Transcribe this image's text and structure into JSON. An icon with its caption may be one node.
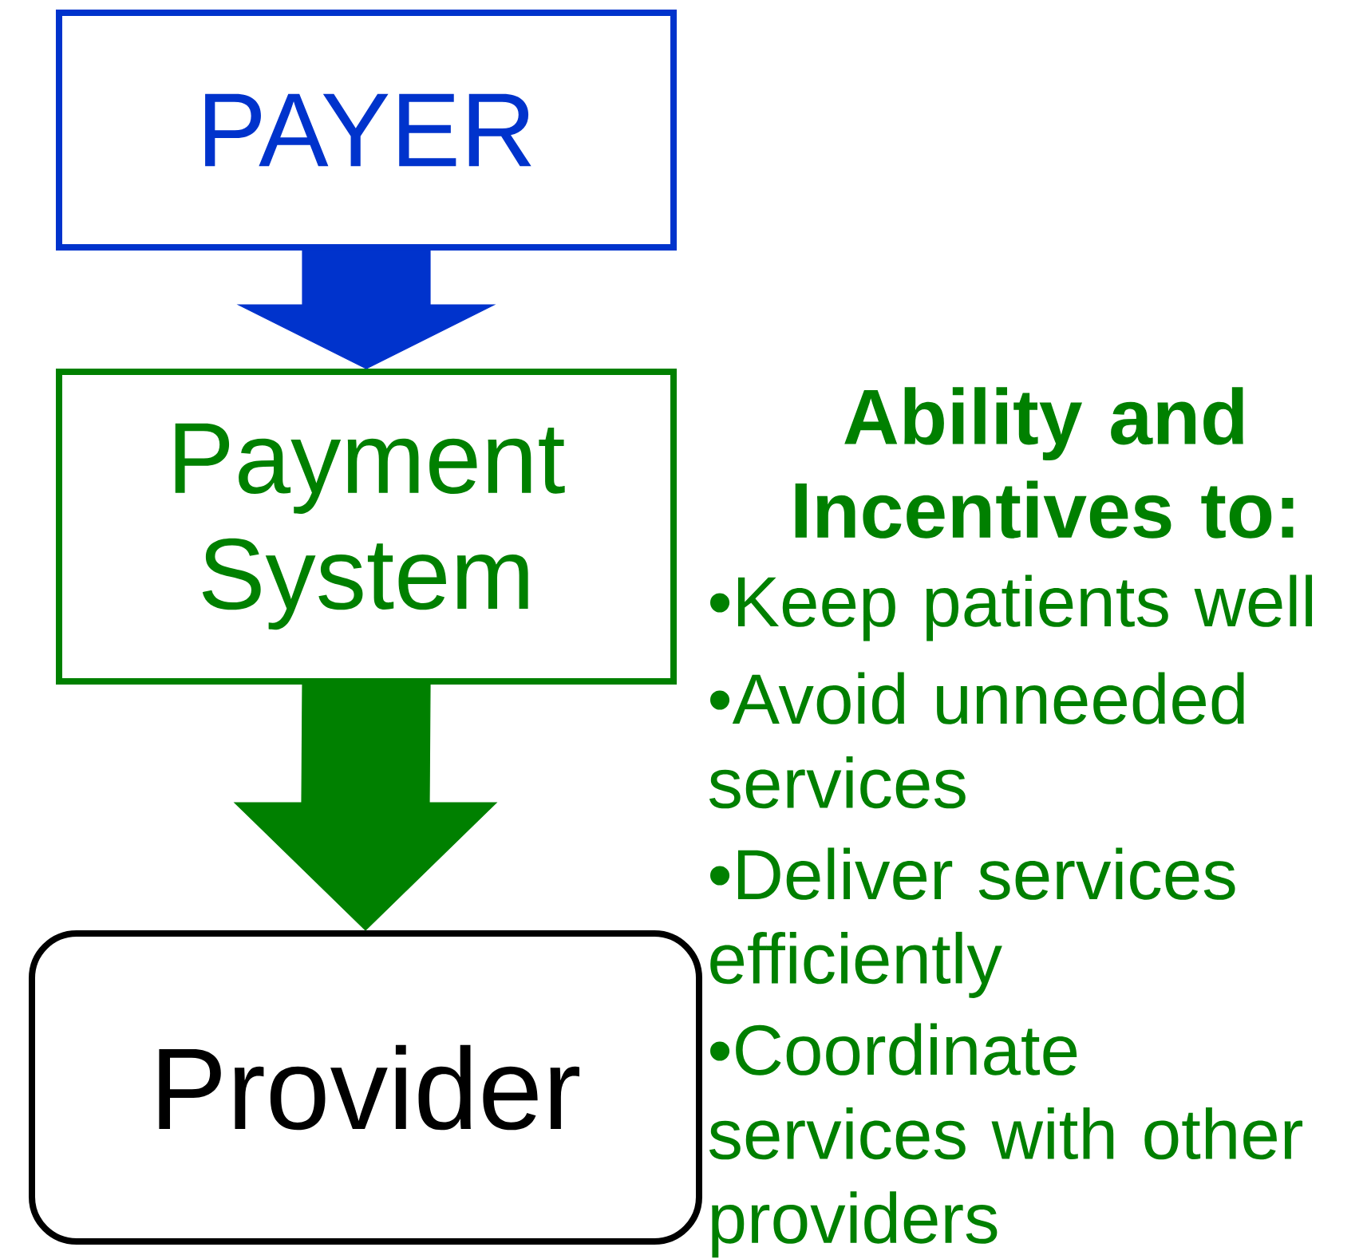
{
  "diagram": {
    "nodes": [
      {
        "text": [
          "PAYER"
        ]
      },
      {
        "text": [
          "Payment System"
        ]
      },
      {
        "text": [
          "Provider"
        ]
      }
    ],
    "edges": [
      {
        "from": 0,
        "to": 1,
        "arrow": "to",
        "color": "#0033cc"
      },
      {
        "from": 1,
        "to": 2,
        "arrow": "to",
        "color": "#008000"
      }
    ],
    "labels": [
      "Ability and Incentives to:",
      "•Keep patients well",
      "•Avoid unneeded services",
      "•Deliver services efficiently",
      "•Coordinate services with other providers"
    ]
  }
}
